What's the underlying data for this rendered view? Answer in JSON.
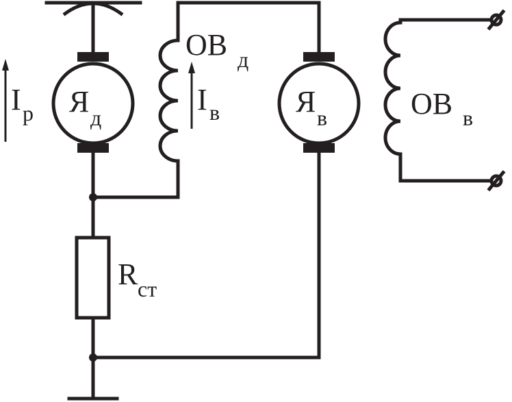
{
  "diagram": {
    "labels": {
      "ip_main": "I",
      "ip_sub": "р",
      "ya_d_main": "Я",
      "ya_d_sub": "д",
      "ov_d_main": "ОВ",
      "ov_d_sub": "д",
      "ib_main": "I",
      "ib_sub": "в",
      "ya_b_main": "Я",
      "ya_b_sub": "в",
      "ov_b_main": "ОВ",
      "ov_b_sub": "в",
      "rst_main": "R",
      "rst_sub": "ст"
    },
    "colors": {
      "line": "#231f20",
      "background": "#ffffff"
    }
  }
}
